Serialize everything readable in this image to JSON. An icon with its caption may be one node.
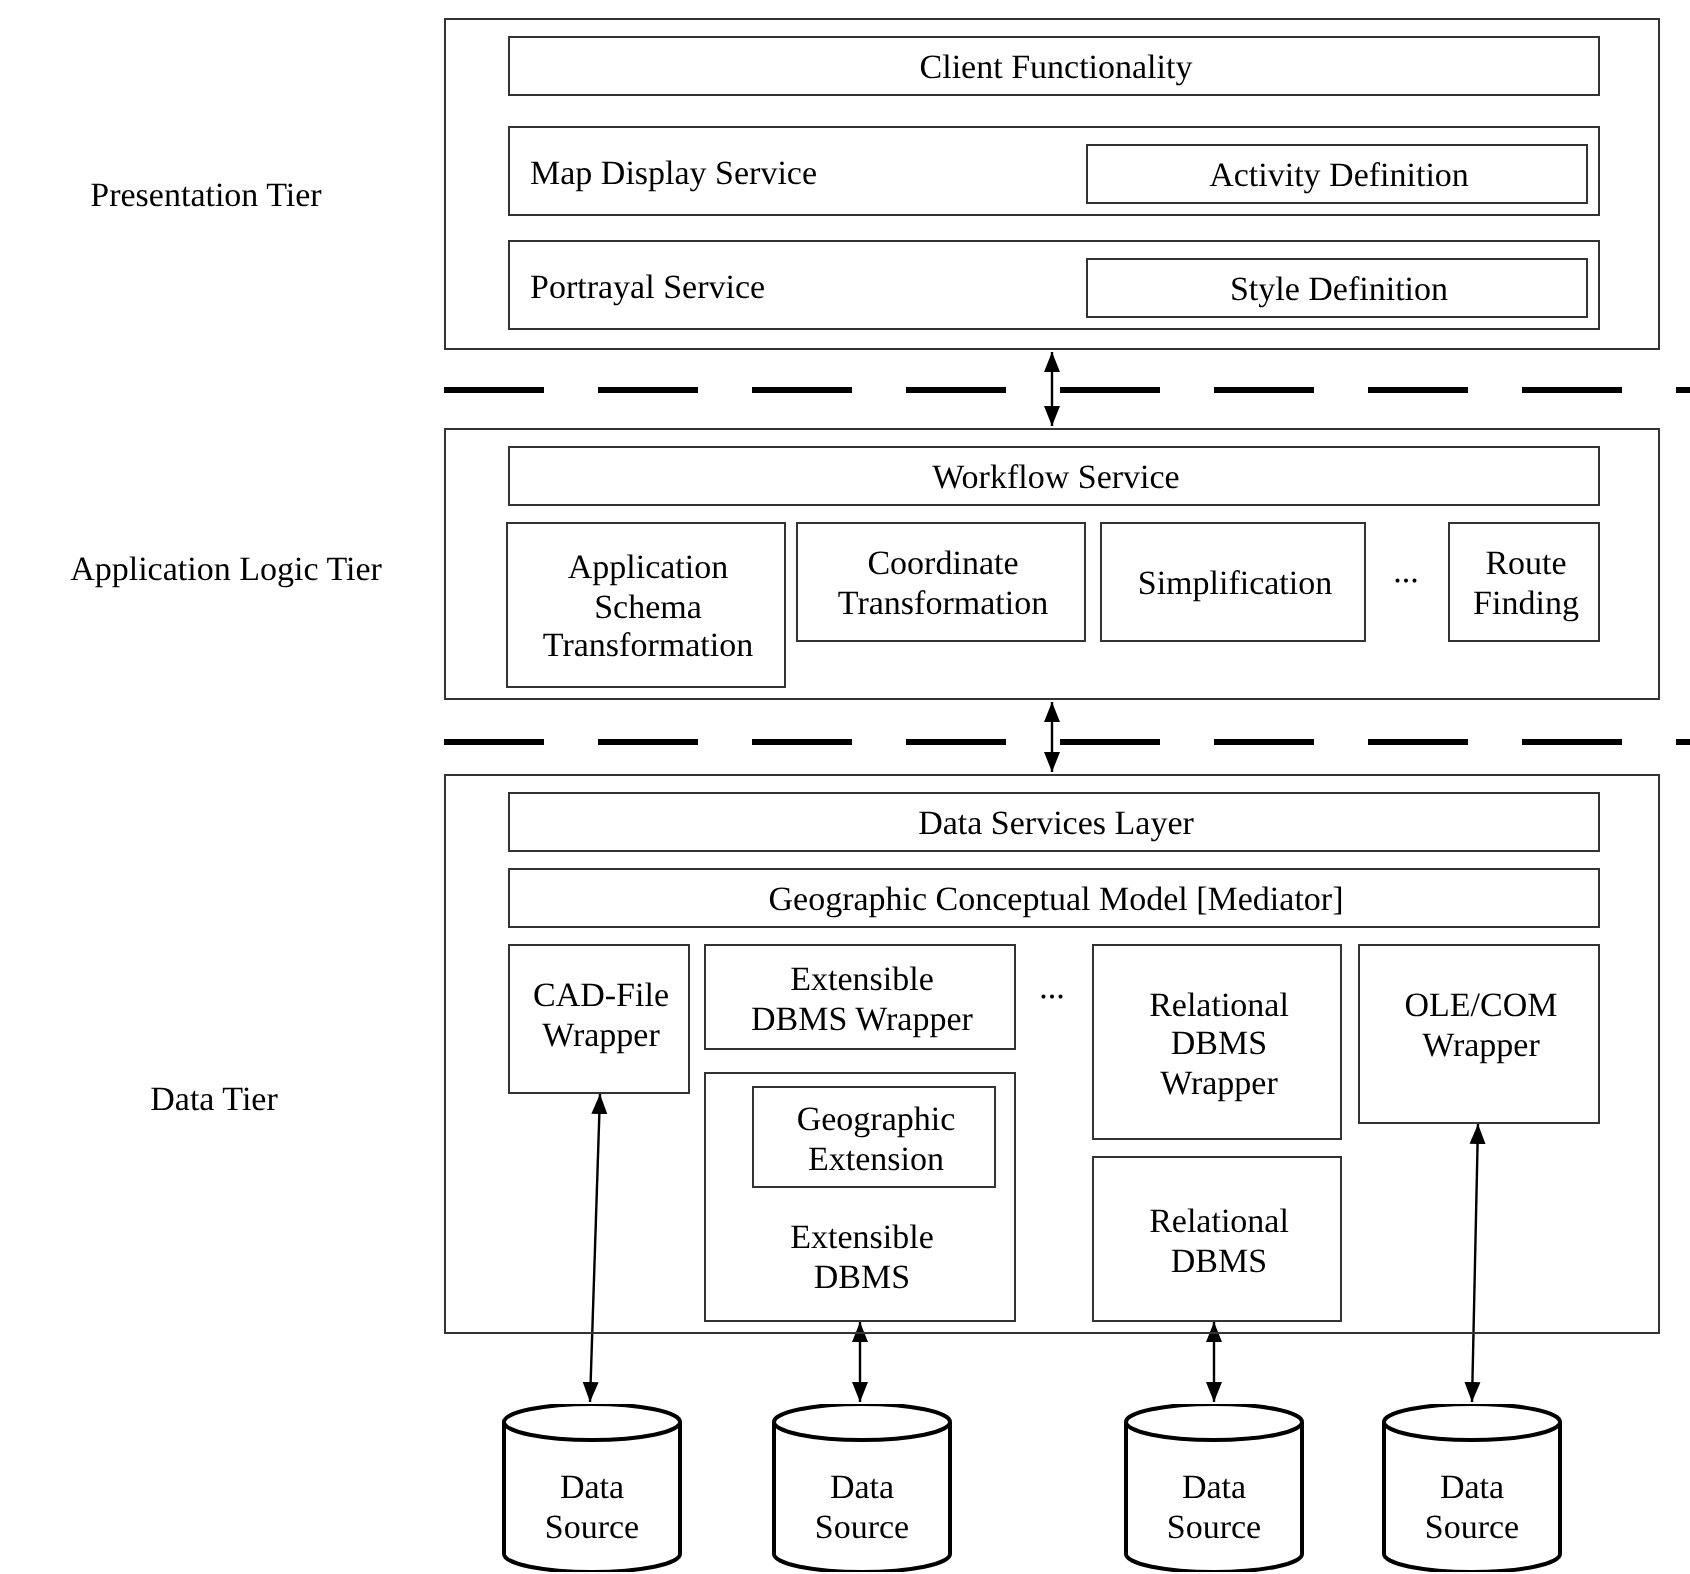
{
  "diagram": {
    "nodes": [
      {
        "text": [],
        "shape": "box"
      },
      {
        "text": [
          "Client Functionality"
        ],
        "in": 0
      },
      {
        "text": [
          "Map Display Service"
        ],
        "in": 0
      },
      {
        "text": [
          "Activity Definition"
        ],
        "in": 2
      },
      {
        "text": [
          "Portrayal Service"
        ],
        "in": 0
      },
      {
        "text": [
          "Style Definition"
        ],
        "in": 4
      },
      {
        "text": [],
        "shape": "box"
      },
      {
        "text": [
          "Workflow Service"
        ],
        "in": 6
      },
      {
        "text": [
          "Application Schema Transformation"
        ],
        "in": 6
      },
      {
        "text": [
          "Coordinate Transformation"
        ],
        "in": 6
      },
      {
        "text": [
          "Simplification"
        ],
        "in": 6
      },
      {
        "text": [
          "Route Finding"
        ],
        "in": 6
      },
      {
        "text": [],
        "shape": "box"
      },
      {
        "text": [
          "Data Services Layer"
        ],
        "in": 12
      },
      {
        "text": [
          "Geographic Conceptual Model [Mediator]"
        ],
        "in": 12
      },
      {
        "text": [
          "CAD-File Wrapper"
        ],
        "in": 12
      },
      {
        "text": [
          "Extensible DBMS Wrapper"
        ],
        "in": 12
      },
      {
        "text": [
          "Extensible DBMS"
        ],
        "in": 12
      },
      {
        "text": [
          "Geographic Extension"
        ],
        "in": 17
      },
      {
        "text": [
          "Relational DBMS Wrapper"
        ],
        "in": 12
      },
      {
        "text": [
          "Relational DBMS"
        ],
        "in": 12
      },
      {
        "text": [
          "OLE/COM Wrapper"
        ],
        "in": 12
      },
      {
        "text": [
          "Data Source"
        ]
      },
      {
        "text": [
          "Data Source"
        ]
      },
      {
        "text": [
          "Data Source"
        ]
      },
      {
        "text": [
          "Data Source"
        ]
      }
    ],
    "edges": [
      {
        "from": 0,
        "to": 6,
        "arrow": "both"
      },
      {
        "from": 6,
        "to": 12,
        "arrow": "both"
      },
      {
        "from": 15,
        "to": 22,
        "arrow": "both"
      },
      {
        "from": 17,
        "to": 23,
        "arrow": "both"
      },
      {
        "from": 20,
        "to": 24,
        "arrow": "both"
      },
      {
        "from": 21,
        "to": 25,
        "arrow": "both"
      }
    ],
    "labels": [
      "Presentation Tier",
      "Application Logic Tier",
      "...",
      "...",
      "Data Tier"
    ]
  }
}
